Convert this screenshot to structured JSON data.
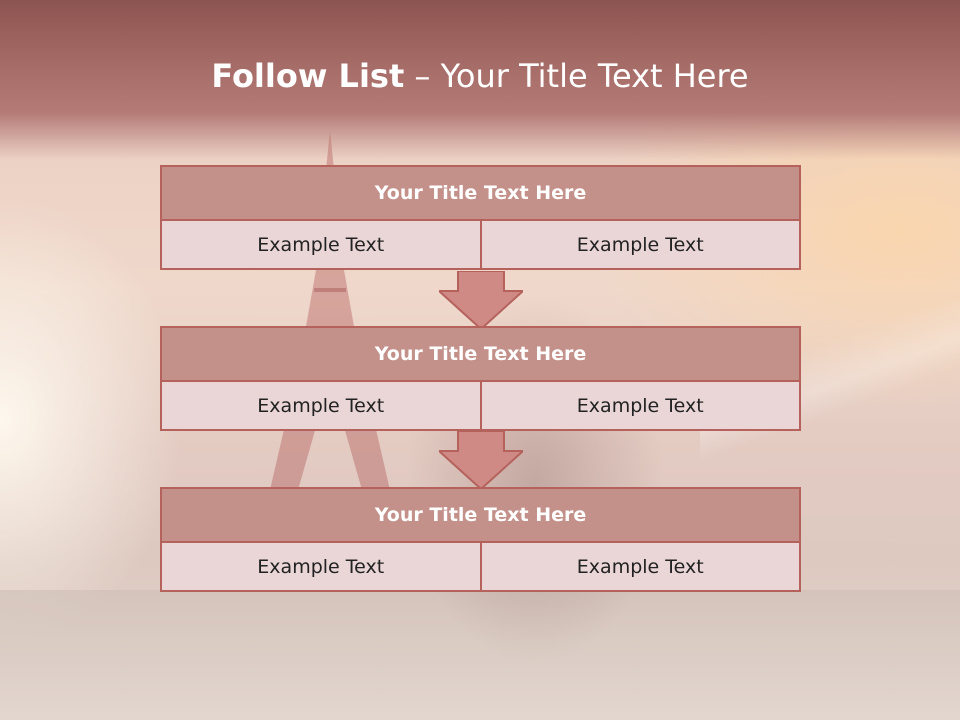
{
  "slide": {
    "title_bold": "Follow List",
    "title_rest": " – Your Title Text Here"
  },
  "steps": [
    {
      "title": "Your Title Text Here",
      "cells": [
        "Example Text",
        "Example Text"
      ]
    },
    {
      "title": "Your Title Text Here",
      "cells": [
        "Example Text",
        "Example Text"
      ]
    },
    {
      "title": "Your Title Text Here",
      "cells": [
        "Example Text",
        "Example Text"
      ]
    }
  ],
  "colors": {
    "header": "#a86e6a",
    "step_title_fill": "#c3908a",
    "cell_fill": "#ead6d7",
    "border": "#b5625d",
    "arrow_fill": "#d08a86"
  }
}
